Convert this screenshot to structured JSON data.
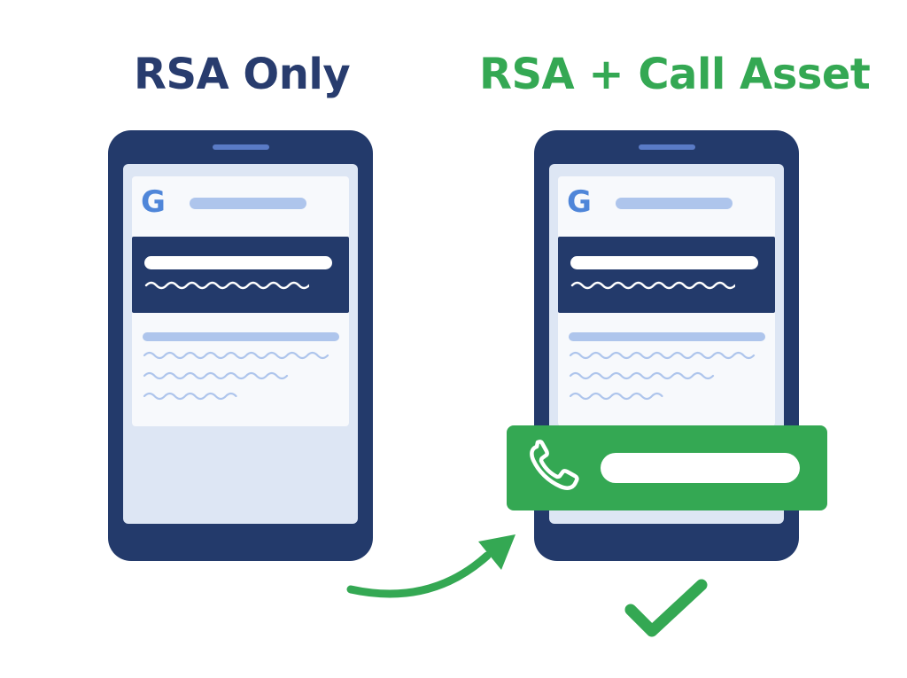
{
  "titles": {
    "left": "RSA Only",
    "right": "RSA + Call Asset"
  },
  "phones": {
    "left": {
      "google_glyph": "G"
    },
    "right": {
      "google_glyph": "G"
    }
  },
  "colors": {
    "navy": "#233a6b",
    "title_navy": "#283c6e",
    "green": "#34a853",
    "screen": "#dde6f4",
    "light_blue": "#aec5ec",
    "google_blue": "#4f86d9"
  },
  "icons": {
    "phone_call": "phone-handset-icon",
    "arrow": "curved-arrow-icon",
    "check": "checkmark-icon"
  }
}
